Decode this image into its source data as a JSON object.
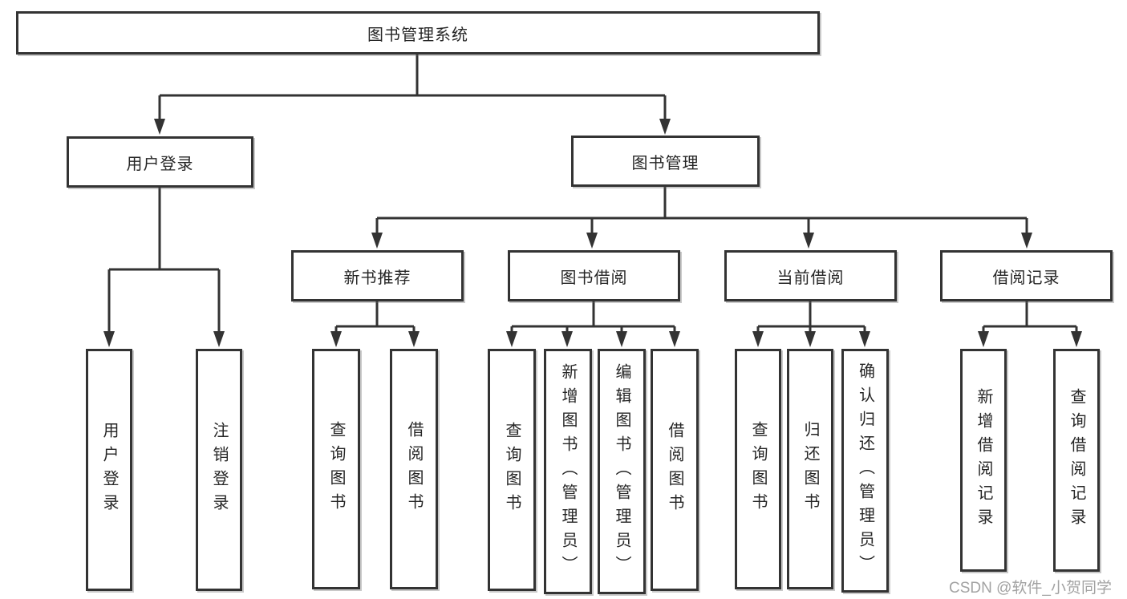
{
  "tree": {
    "root": "图书管理系统",
    "branches": [
      {
        "label": "用户登录",
        "leaves": [
          "用户登录",
          "注销登录"
        ]
      },
      {
        "label": "图书管理",
        "groups": [
          {
            "label": "新书推荐",
            "leaves": [
              "查询图书",
              "借阅图书"
            ]
          },
          {
            "label": "图书借阅",
            "leaves": [
              "查询图书",
              "新增图书（管理员）",
              "编辑图书（管理员）",
              "借阅图书"
            ]
          },
          {
            "label": "当前借阅",
            "leaves": [
              "查询图书",
              "归还图书",
              "确认归还（管理员）"
            ]
          },
          {
            "label": "借阅记录",
            "leaves": [
              "新增借阅记录",
              "查询借阅记录"
            ]
          }
        ]
      }
    ]
  },
  "watermark": "CSDN @软件_小贺同学",
  "colors": {
    "line": "#333333",
    "text": "#262626",
    "watermark": "#a2a2a2",
    "background": "#ffffff"
  }
}
